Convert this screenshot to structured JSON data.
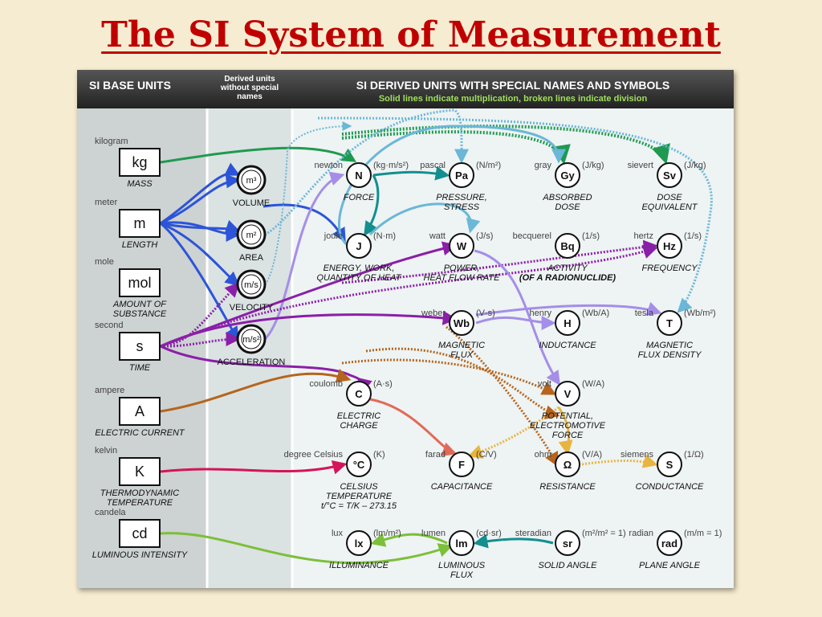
{
  "title": "The SI System of Measurement",
  "headers": {
    "base": "SI BASE UNITS",
    "derived_no_names": [
      "Derived units",
      "without special",
      "names"
    ],
    "derived": "SI DERIVED UNITS WITH SPECIAL NAMES AND SYMBOLS",
    "derived_sub": "Solid lines indicate multiplication, broken lines indicate division"
  },
  "base_units": [
    {
      "name": "kilogram",
      "symbol": "kg",
      "quantity": [
        "MASS"
      ]
    },
    {
      "name": "meter",
      "symbol": "m",
      "quantity": [
        "LENGTH"
      ]
    },
    {
      "name": "mole",
      "symbol": "mol",
      "quantity": [
        "AMOUNT OF",
        "SUBSTANCE"
      ]
    },
    {
      "name": "second",
      "symbol": "s",
      "quantity": [
        "TIME"
      ]
    },
    {
      "name": "ampere",
      "symbol": "A",
      "quantity": [
        "ELECTRIC CURRENT"
      ]
    },
    {
      "name": "kelvin",
      "symbol": "K",
      "quantity": [
        "THERMODYNAMIC",
        "TEMPERATURE"
      ]
    },
    {
      "name": "candela",
      "symbol": "cd",
      "quantity": [
        "LUMINOUS INTENSITY"
      ]
    }
  ],
  "unnamed_units": [
    {
      "symbol": "m³",
      "label": "VOLUME"
    },
    {
      "symbol": "m²",
      "label": "AREA"
    },
    {
      "symbol": "m/s",
      "label": "VELOCITY"
    },
    {
      "symbol": "m/s²",
      "label": "ACCELERATION"
    }
  ],
  "derived_units": [
    {
      "id": "N",
      "name": "newton",
      "symbol": "N",
      "def": "(kg·m/s²)",
      "caption": [
        "FORCE"
      ]
    },
    {
      "id": "Pa",
      "name": "pascal",
      "symbol": "Pa",
      "def": "(N/m²)",
      "caption": [
        "PRESSURE,",
        "STRESS"
      ]
    },
    {
      "id": "Gy",
      "name": "gray",
      "symbol": "Gy",
      "def": "(J/kg)",
      "caption": [
        "ABSORBED",
        "DOSE"
      ]
    },
    {
      "id": "Sv",
      "name": "sievert",
      "symbol": "Sv",
      "def": "(J/kg)",
      "caption": [
        "DOSE",
        "EQUIVALENT"
      ]
    },
    {
      "id": "J",
      "name": "joule",
      "symbol": "J",
      "def": "(N·m)",
      "caption": [
        "ENERGY, WORK,",
        "QUANTITY OF HEAT"
      ]
    },
    {
      "id": "W",
      "name": "watt",
      "symbol": "W",
      "def": "(J/s)",
      "caption": [
        "POWER,",
        "HEAT FLOW RATE"
      ]
    },
    {
      "id": "Bq",
      "name": "becquerel",
      "symbol": "Bq",
      "def": "(1/s)",
      "caption": [
        "ACTIVITY",
        "(OF A RADIONUCLIDE)"
      ]
    },
    {
      "id": "Hz",
      "name": "hertz",
      "symbol": "Hz",
      "def": "(1/s)",
      "caption": [
        "FREQUENCY"
      ]
    },
    {
      "id": "Wb",
      "name": "weber",
      "symbol": "Wb",
      "def": "(V·s)",
      "caption": [
        "MAGNETIC",
        "FLUX"
      ]
    },
    {
      "id": "H",
      "name": "henry",
      "symbol": "H",
      "def": "(Wb/A)",
      "caption": [
        "INDUCTANCE"
      ]
    },
    {
      "id": "T",
      "name": "tesla",
      "symbol": "T",
      "def": "(Wb/m²)",
      "caption": [
        "MAGNETIC",
        "FLUX DENSITY"
      ]
    },
    {
      "id": "C",
      "name": "coulomb",
      "symbol": "C",
      "def": "(A·s)",
      "caption": [
        "ELECTRIC",
        "CHARGE"
      ]
    },
    {
      "id": "V",
      "name": "volt",
      "symbol": "V",
      "def": "(W/A)",
      "caption": [
        "POTENTIAL,",
        "ELECTROMOTIVE",
        "FORCE"
      ]
    },
    {
      "id": "degC",
      "name": "degree Celsius",
      "symbol": "°C",
      "def": "(K)",
      "caption": [
        "CELSIUS",
        "TEMPERATURE",
        "t/°C = T/K – 273.15"
      ]
    },
    {
      "id": "F",
      "name": "farad",
      "symbol": "F",
      "def": "(C/V)",
      "caption": [
        "CAPACITANCE"
      ]
    },
    {
      "id": "Ohm",
      "name": "ohm",
      "symbol": "Ω",
      "def": "(V/A)",
      "caption": [
        "RESISTANCE"
      ]
    },
    {
      "id": "S",
      "name": "siemens",
      "symbol": "S",
      "def": "(1/Ω)",
      "caption": [
        "CONDUCTANCE"
      ]
    },
    {
      "id": "lx",
      "name": "lux",
      "symbol": "lx",
      "def": "(lm/m²)",
      "caption": [
        "ILLUMINANCE"
      ]
    },
    {
      "id": "lm",
      "name": "lumen",
      "symbol": "lm",
      "def": "(cd·sr)",
      "caption": [
        "LUMINOUS",
        "FLUX"
      ]
    },
    {
      "id": "sr",
      "name": "steradian",
      "symbol": "sr",
      "def": "(m²/m² = 1)",
      "caption": [
        "SOLID ANGLE"
      ]
    },
    {
      "id": "rad",
      "name": "radian",
      "symbol": "rad",
      "def": "(m/m = 1)",
      "caption": [
        "PLANE ANGLE"
      ]
    }
  ],
  "colors": {
    "title": "#c00000",
    "kg": "#1e9a50",
    "m": "#2c54d8",
    "s": "#8a1fa8",
    "A": "#b5651d",
    "K": "#d4145a",
    "cd": "#7cbf3a",
    "teal": "#138f8f",
    "lightblue": "#6ab7d8",
    "lavender": "#a58ee8",
    "salmon": "#e06a5a",
    "gold": "#e8b440"
  }
}
